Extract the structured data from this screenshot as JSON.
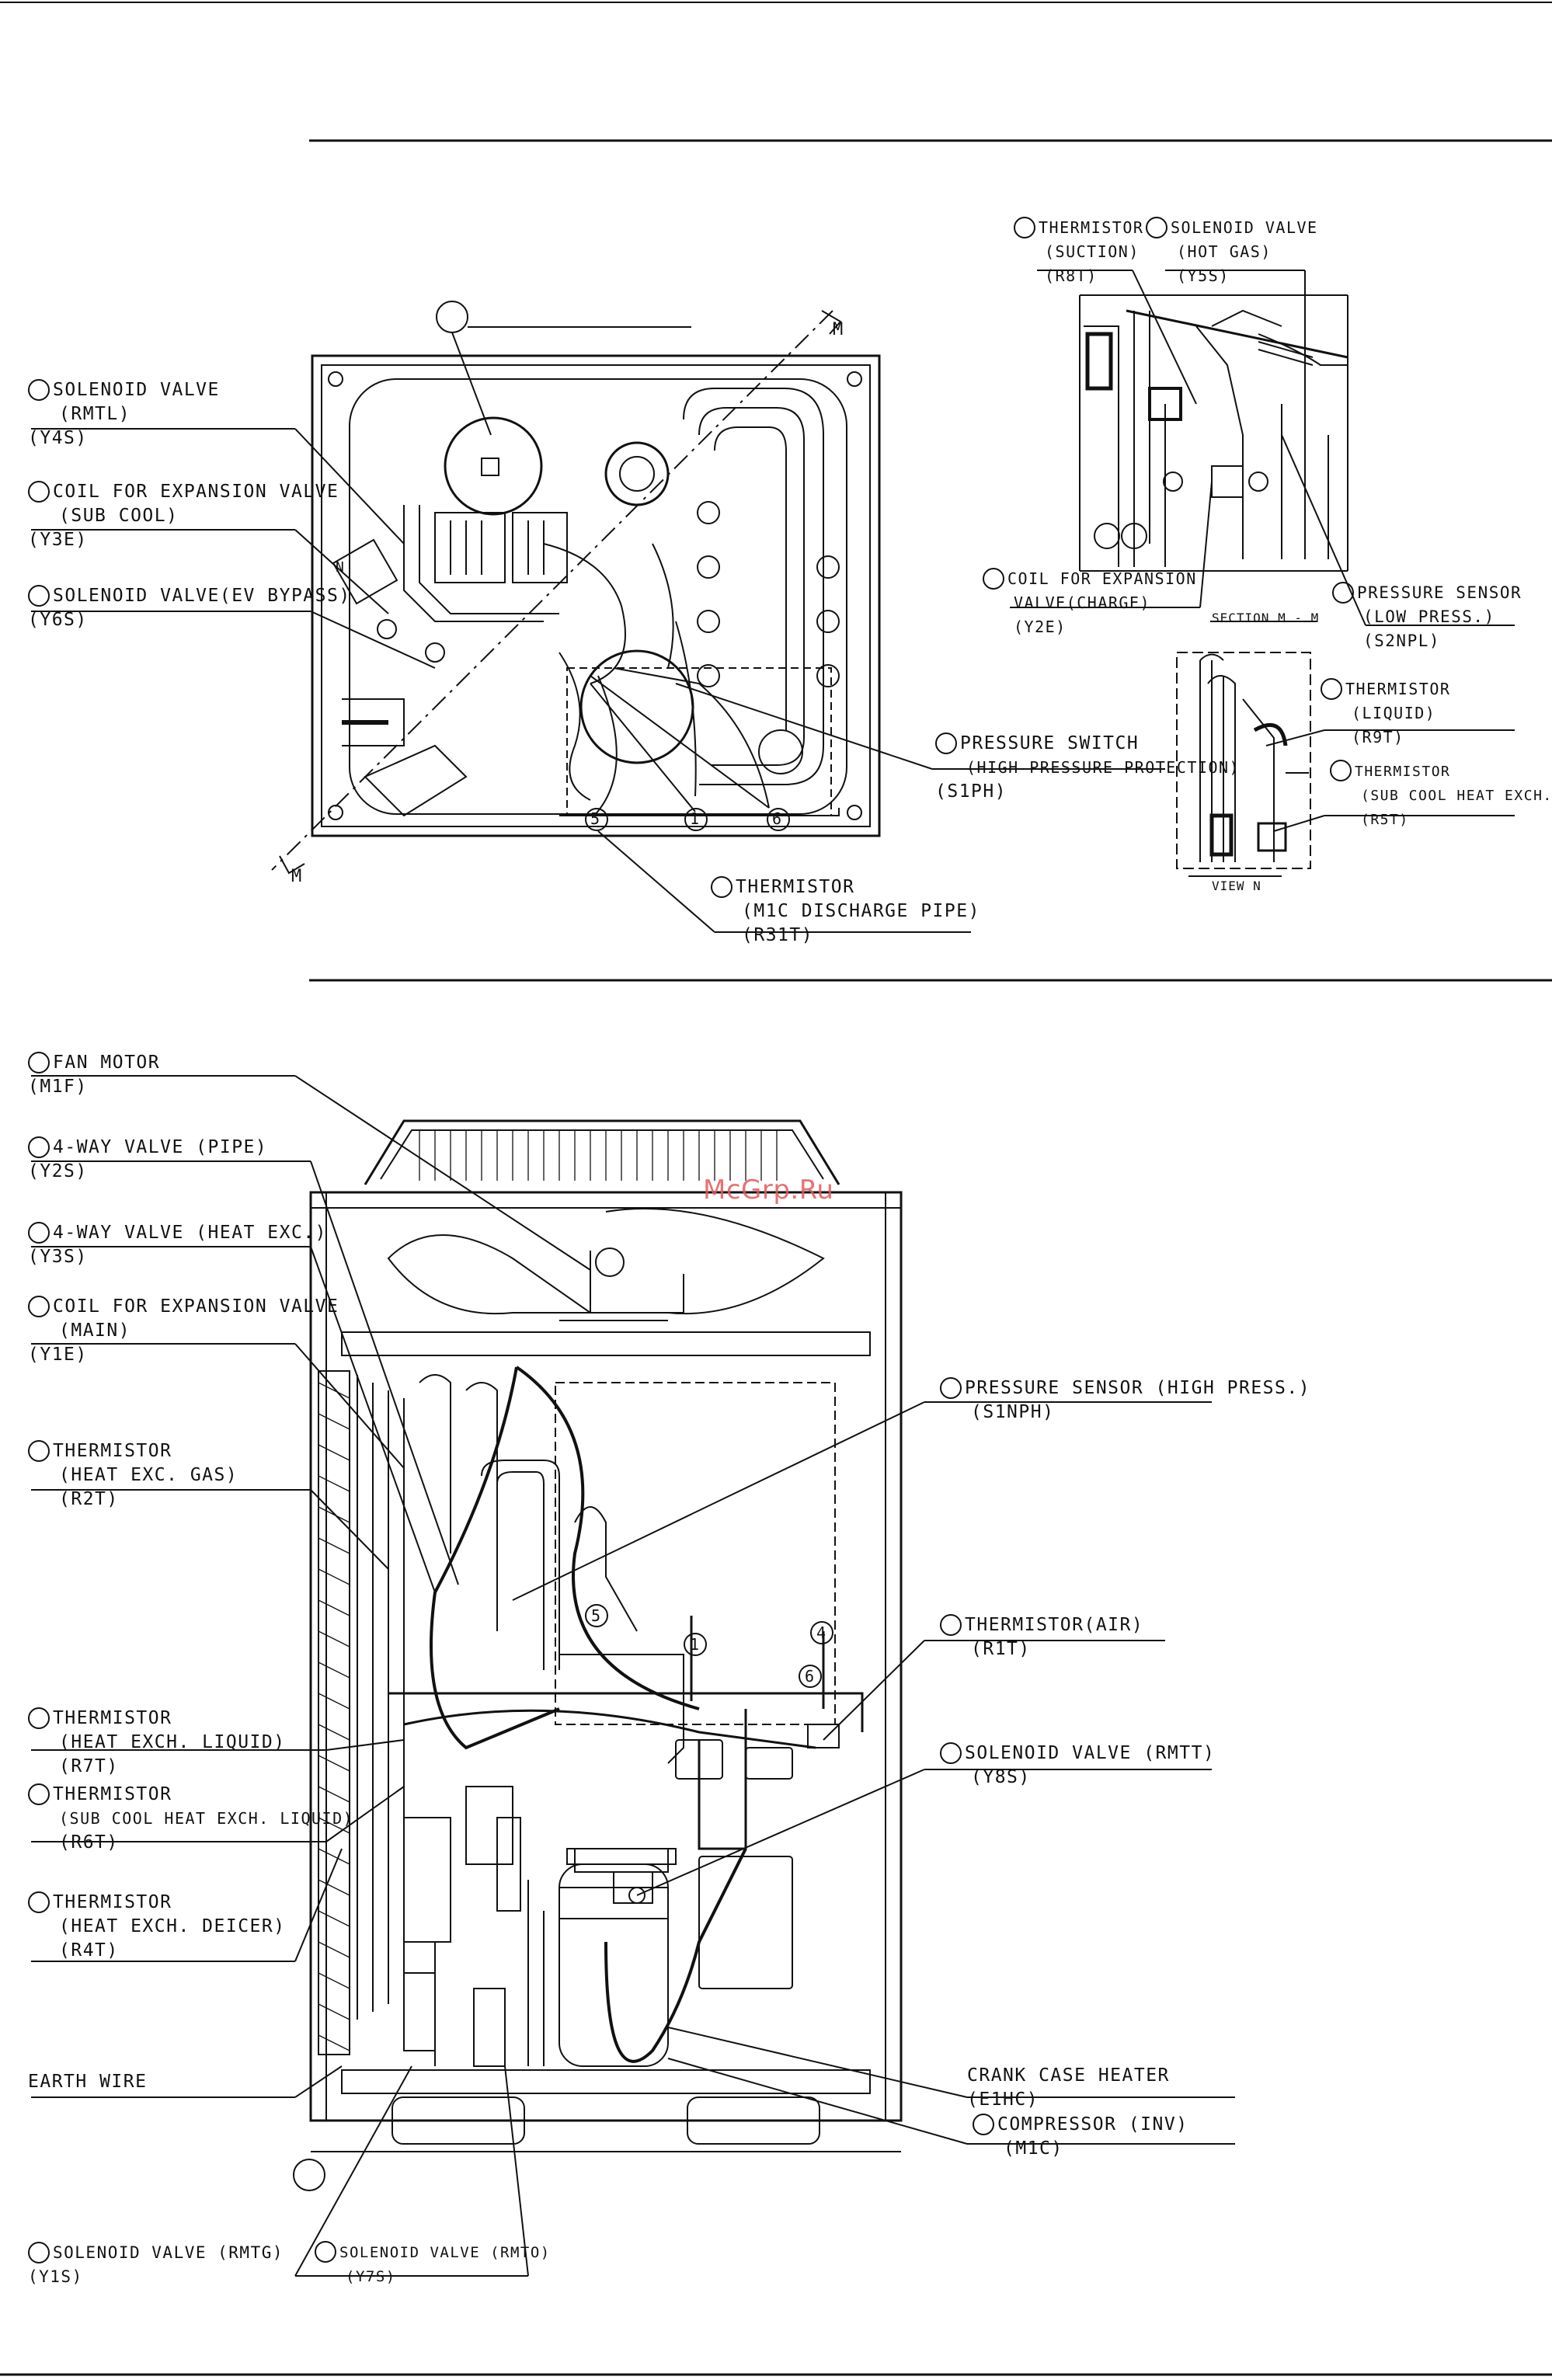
{
  "watermark": "McGrp.Ru",
  "top_view": {
    "labels": [
      {
        "id": "y4s",
        "lines": [
          "SOLENOID VALVE",
          "(RMTL)",
          "(Y4S)"
        ]
      },
      {
        "id": "y3e",
        "lines": [
          "COIL FOR EXPANSION VALVE",
          "(SUB COOL)",
          "(Y3E)"
        ]
      },
      {
        "id": "y6s",
        "lines": [
          "SOLENOID VALVE(EV BYPASS)",
          "(Y6S)"
        ]
      },
      {
        "id": "s1ph",
        "lines": [
          "PRESSURE SWITCH",
          "(HIGH PRESSURE PROTECTION)",
          "(S1PH)"
        ]
      },
      {
        "id": "r31t",
        "lines": [
          "THERMISTOR",
          "(M1C DISCHARGE PIPE)",
          "(R31T)"
        ]
      }
    ],
    "markers": [
      "5",
      "1",
      "6"
    ],
    "section_arrow": "M"
  },
  "section_view": {
    "labels": [
      {
        "id": "r8t",
        "lines": [
          "THERMISTOR",
          "(SUCTION)",
          "(R8T)"
        ]
      },
      {
        "id": "y5s",
        "lines": [
          "SOLENOID VALVE",
          "(HOT GAS)",
          "(Y5S)"
        ]
      },
      {
        "id": "y2e",
        "lines": [
          "COIL FOR EXPANSION",
          "VALVE(CHARGE)",
          "(Y2E)"
        ]
      },
      {
        "id": "s2npl",
        "lines": [
          "PRESSURE SENSOR",
          "(LOW PRESS.)",
          "(S2NPL)"
        ]
      }
    ],
    "caption": "SECTION M - M"
  },
  "view_n": {
    "labels": [
      {
        "id": "r9t",
        "lines": [
          "THERMISTOR",
          "(LIQUID)",
          "(R9T)"
        ]
      },
      {
        "id": "r5t",
        "lines": [
          "THERMISTOR",
          "(SUB COOL HEAT EXCH. GAS)",
          "(R5T)"
        ]
      }
    ],
    "caption": "VIEW N",
    "arrow_letter": "N"
  },
  "front_view": {
    "labels_left": [
      {
        "id": "m1f",
        "lines": [
          "FAN MOTOR",
          "(M1F)"
        ]
      },
      {
        "id": "y2s",
        "lines": [
          "4-WAY VALVE (PIPE)",
          "(Y2S)"
        ]
      },
      {
        "id": "y3s",
        "lines": [
          "4-WAY VALVE (HEAT EXC.)",
          "(Y3S)"
        ]
      },
      {
        "id": "y1e",
        "lines": [
          "COIL FOR EXPANSION VALVE",
          "(MAIN)",
          "(Y1E)"
        ]
      },
      {
        "id": "r2t",
        "lines": [
          "THERMISTOR",
          "(HEAT EXC. GAS)",
          "(R2T)"
        ]
      },
      {
        "id": "r7t",
        "lines": [
          "THERMISTOR",
          "(HEAT EXCH. LIQUID)",
          "(R7T)"
        ]
      },
      {
        "id": "r6t",
        "lines": [
          "THERMISTOR",
          "(SUB COOL HEAT EXCH. LIQUID)",
          "(R6T)"
        ]
      },
      {
        "id": "r4t",
        "lines": [
          "THERMISTOR",
          "(HEAT EXCH. DEICER)",
          "(R4T)"
        ]
      },
      {
        "id": "earth",
        "lines": [
          "EARTH WIRE"
        ]
      },
      {
        "id": "y1s",
        "lines": [
          "SOLENOID VALVE (RMTG)",
          "(Y1S)"
        ]
      },
      {
        "id": "y7s",
        "lines": [
          "SOLENOID VALVE (RMTO)",
          "(Y7S)"
        ]
      }
    ],
    "labels_right": [
      {
        "id": "s1nph",
        "lines": [
          "PRESSURE SENSOR (HIGH PRESS.)",
          "(S1NPH)"
        ]
      },
      {
        "id": "r1t",
        "lines": [
          "THERMISTOR(AIR)",
          "(R1T)"
        ]
      },
      {
        "id": "y8s",
        "lines": [
          "SOLENOID VALVE (RMTT)",
          "(Y8S)"
        ]
      },
      {
        "id": "e1hc",
        "lines": [
          "CRANK CASE HEATER",
          "(E1HC)"
        ]
      },
      {
        "id": "m1c",
        "lines": [
          "COMPRESSOR (INV)",
          "(M1C)"
        ]
      }
    ],
    "markers": [
      "5",
      "1",
      "4",
      "6"
    ]
  }
}
